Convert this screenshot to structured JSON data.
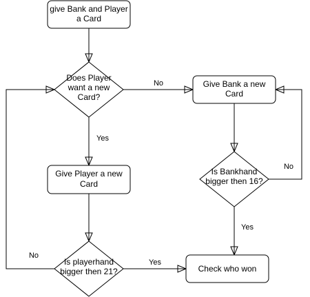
{
  "nodes": {
    "start": {
      "label": "give Bank and Player a Card",
      "line1": "give Bank and Player",
      "line2": "a Card"
    },
    "player_want": {
      "label": "Does Player want a new Card?",
      "line1": "Does Player",
      "line2": "want a new",
      "line3": "Card?"
    },
    "give_player": {
      "label": "Give Player a new Card",
      "line1": "Give Player a new",
      "line2": "Card"
    },
    "player_bigger": {
      "label": "Is playerhand bigger then 21?",
      "line1": "Is playerhand",
      "line2": "bigger then 21?"
    },
    "give_bank": {
      "label": "Give Bank a new Card",
      "line1": "Give Bank a new",
      "line2": "Card"
    },
    "bank_bigger": {
      "label": "Is Bankhand bigger then 16?",
      "line1": "Is Bankhand",
      "line2": "bigger then 16?"
    },
    "check_won": {
      "label": "Check who won",
      "line1": "Check who won"
    }
  },
  "edge_labels": {
    "want_no": "No",
    "want_yes": "Yes",
    "bank_no": "No",
    "bank_yes": "Yes",
    "player_no": "No",
    "player_yes": "Yes"
  }
}
